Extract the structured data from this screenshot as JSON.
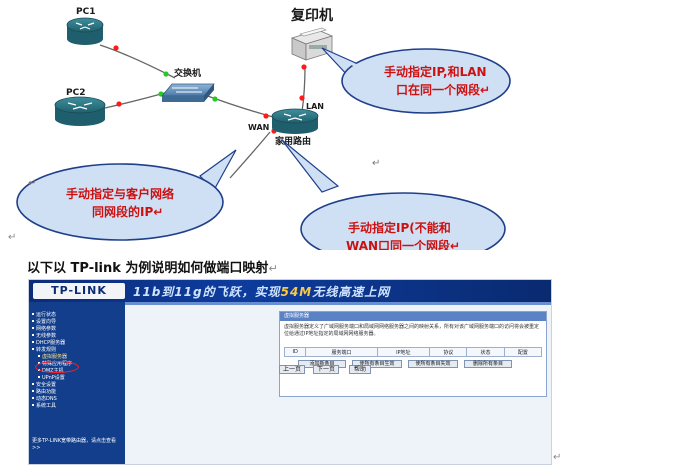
{
  "diagram": {
    "copier_label": "复印机",
    "pc1_label": "PC1",
    "pc2_label": "PC2",
    "switch_label": "交换机",
    "lan_label": "LAN",
    "wan_label": "WAN",
    "router_label": "家用路由",
    "bubble_copier": {
      "line1": "手动指定IP,和LAN",
      "line2": "口在同一个网段↵"
    },
    "bubble_client": {
      "line1": "手动指定与客户网络",
      "line2": "同网段的IP↵"
    },
    "bubble_wan": {
      "line1": "手动指定IP(不能和",
      "line2": "WAN口同一个网段↵"
    },
    "colors": {
      "bubble_fill": "#cfe0f5",
      "bubble_stroke": "#1f3f8a",
      "bubble_text": "#cc1111",
      "link_line": "#666666",
      "port_red": "#ff1a1a",
      "port_green": "#22cc22"
    }
  },
  "return_mark": "↵",
  "heading": {
    "text": "以下以 TP-link 为例说明如何做端口映射",
    "mark": "↵"
  },
  "router_ui": {
    "logo": "TP-LINK",
    "slogan_pre": "11b到11g的飞跃，实现",
    "slogan_hl": "54M",
    "slogan_post": "无线高速上网",
    "nav": [
      {
        "label": "运行状态",
        "sub": false
      },
      {
        "label": "设置向导",
        "sub": false
      },
      {
        "label": "网络参数",
        "sub": false
      },
      {
        "label": "无线参数",
        "sub": false
      },
      {
        "label": "DHCP服务器",
        "sub": false
      },
      {
        "label": "转发规则",
        "sub": false
      },
      {
        "label": "虚拟服务器",
        "sub": true,
        "active": true
      },
      {
        "label": "特殊应用程序",
        "sub": true
      },
      {
        "label": "DMZ主机",
        "sub": true
      },
      {
        "label": "UPnP设置",
        "sub": true
      },
      {
        "label": "安全设置",
        "sub": false
      },
      {
        "label": "路由功能",
        "sub": false
      },
      {
        "label": "动态DNS",
        "sub": false
      },
      {
        "label": "系统工具",
        "sub": false
      }
    ],
    "side_footer": "更多TP-LINK宽带路由器，请点击查看 >>",
    "panel_title": "虚拟服务器",
    "panel_desc": "虚拟服务器定义了广域网服务端口和局域网网络服务器之间的映射关系，所有对该广域网服务端口的访问将会被重定位给通过IP地址指定的局域网网络服务器。",
    "table_headers": [
      "ID",
      "服务端口",
      "IP地址",
      "协议",
      "状态",
      "配置"
    ],
    "buttons": [
      "添加新条目",
      "使所有条目生效",
      "使所有条目失效",
      "删除所有条目"
    ],
    "nav_buttons": [
      "上一页",
      "下一页",
      "帮助"
    ],
    "colors": {
      "banner": "#0c2c78",
      "sidebar": "#123e8c",
      "panel_header": "#5a82c4",
      "highlight_ring": "#ff2020"
    }
  }
}
